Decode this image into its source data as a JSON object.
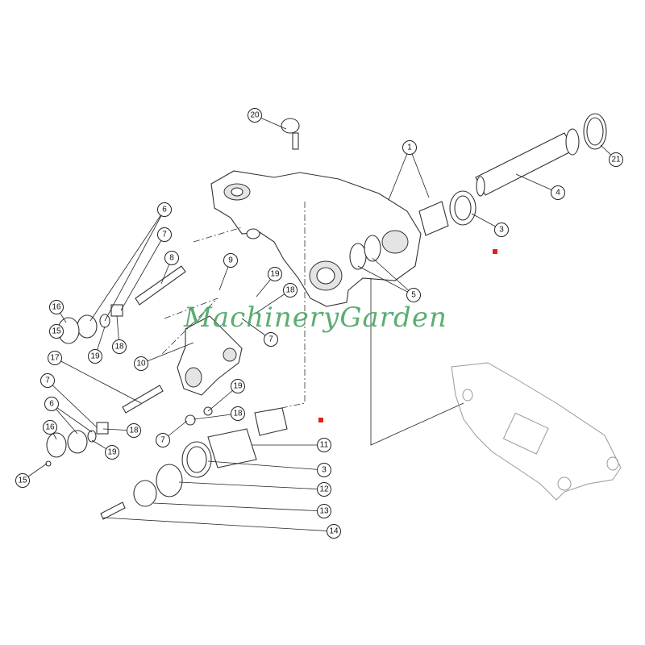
{
  "watermark": "MachineryGarden",
  "callouts": [
    "20",
    "1",
    "21",
    "4",
    "3",
    "6",
    "7",
    "8",
    "9",
    "19",
    "16",
    "18",
    "15",
    "19",
    "18",
    "5",
    "10",
    "7",
    "17",
    "19",
    "7",
    "6",
    "18",
    "16",
    "18",
    "7",
    "19",
    "15",
    "11",
    "3",
    "12",
    "13",
    "14"
  ],
  "marker_color": "#e0201e",
  "watermark_color": "#3fa05a"
}
